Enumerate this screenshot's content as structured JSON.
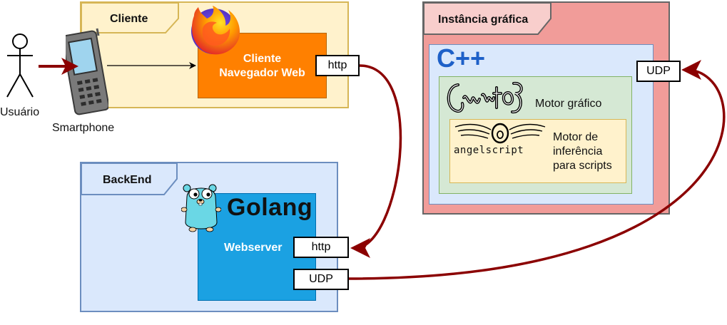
{
  "actors": {
    "user_label": "Usuário",
    "phone_label": "Smartphone"
  },
  "client": {
    "title": "Cliente",
    "browser_label_line1": "Cliente",
    "browser_label_line2": "Navegador Web",
    "port": "http"
  },
  "backend": {
    "title": "BackEnd",
    "golang_logo": "Golang",
    "webserver_label": "Webserver",
    "port_http": "http",
    "port_udp": "UDP"
  },
  "graphics": {
    "title": "Instância gráfica",
    "cpp_logo": "C++",
    "port_udp": "UDP",
    "engine_label": "Motor gráfico",
    "script_logo": "angelscript",
    "script_label_line1": "Motor de",
    "script_label_line2": "inferência",
    "script_label_line3": "para scripts"
  },
  "icons": {
    "user": "stick-figure-icon",
    "phone": "mobile-phone-icon",
    "browser": "firefox-icon",
    "gopher": "gopher-icon",
    "irrlicht": "irrlicht-logo-icon",
    "angelscript": "angelscript-logo-icon"
  },
  "colors": {
    "arrow": "#8b0000",
    "client_fill": "#fff2cc",
    "client_border": "#d6b656",
    "browser_fill": "#ff8000",
    "backend_fill": "#dae8fc",
    "backend_border": "#6c8ebf",
    "webserver_fill": "#1ba1e2",
    "graphics_fill": "#f19c99",
    "graphics_tab": "#f8cecc",
    "cpp_fill": "#dae8fc",
    "engine_fill": "#d5e8d4",
    "script_fill": "#fff2cc"
  }
}
